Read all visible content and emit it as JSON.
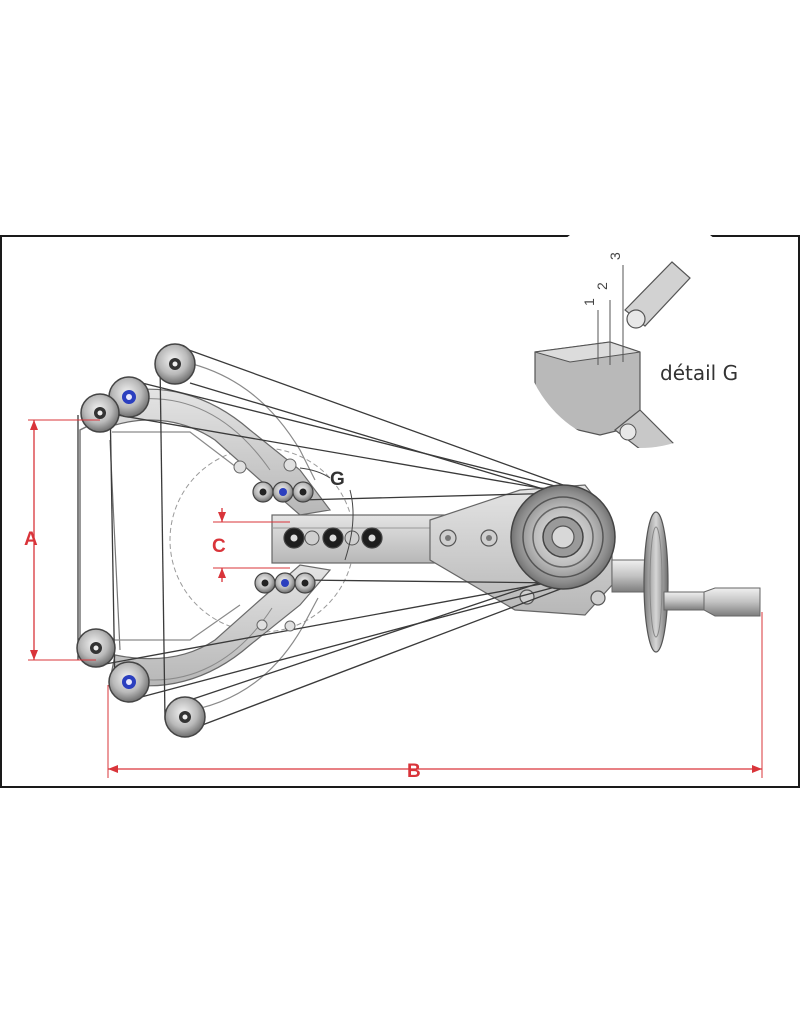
{
  "figure": {
    "labels": {
      "dim_a": "A",
      "dim_b": "B",
      "dim_c": "C",
      "detail_marker": "G",
      "detail_title": "détail G",
      "detail_numbers": [
        "1",
        "2",
        "3"
      ]
    },
    "colors": {
      "dimension": "#d9343a",
      "line": "#3a3a3a",
      "metal_light": "#d4d4d4",
      "metal_mid": "#a9a9a9",
      "metal_dark": "#6f6f6f",
      "bolt_blue": "#2b3fbf",
      "belt_brown": "#6b3a1f",
      "frame": "#1a1a1a"
    }
  }
}
